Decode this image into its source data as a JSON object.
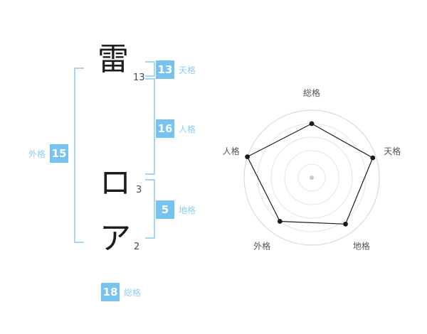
{
  "colors": {
    "accent": "#76c3ee",
    "accent_soft": "#a5d8f4",
    "accent_text": "#8ecdf2",
    "ink": "#1c1c1c"
  },
  "name": {
    "characters": [
      {
        "glyph": "雷",
        "strokes": "13"
      },
      {
        "glyph": "ロ",
        "strokes": "3"
      },
      {
        "glyph": "ア",
        "strokes": "2"
      }
    ]
  },
  "kakusu": {
    "tenkaku": {
      "value": "13",
      "label": "天格"
    },
    "jinkaku": {
      "value": "16",
      "label": "人格"
    },
    "chikaku": {
      "value": "5",
      "label": "地格"
    },
    "gaikaku": {
      "value": "15",
      "label": "外格"
    },
    "soukaku": {
      "value": "18",
      "label": "総格"
    }
  },
  "chart_data": {
    "type": "radar",
    "categories": [
      "総格",
      "天格",
      "地格",
      "外格",
      "人格"
    ],
    "values": [
      80,
      95,
      85,
      80,
      100
    ],
    "max": 100,
    "rings": 5,
    "grid": "circular",
    "legend": "none",
    "colors": {
      "ring": "#e3e3e3",
      "ring_outer": "#d4d4d4",
      "line": "#1a1a1a",
      "label": "#555555",
      "center_dot": "#c4ccc0"
    }
  }
}
